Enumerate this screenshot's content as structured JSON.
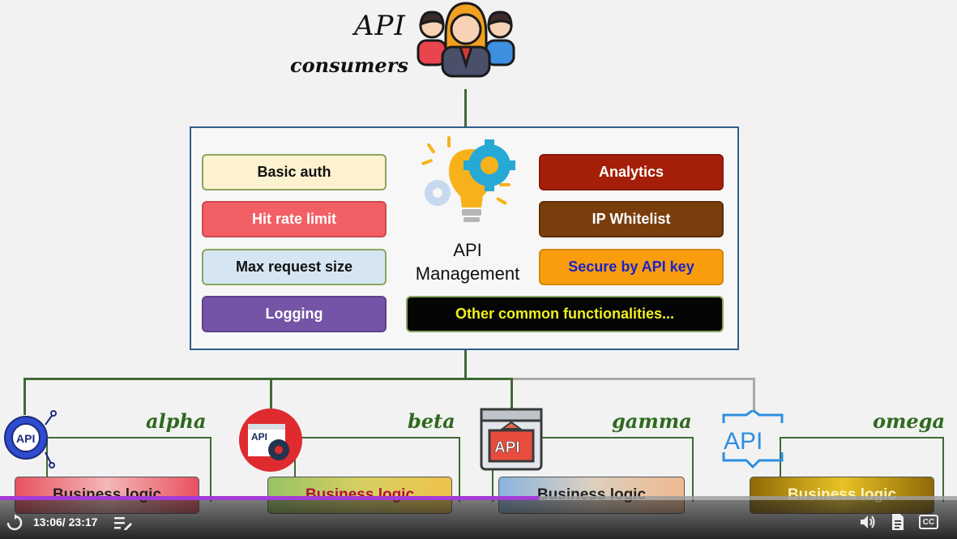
{
  "consumers": {
    "api_word": "API",
    "label": "consumers"
  },
  "gateway": {
    "title": "API\nManagement",
    "left_features": [
      "Basic auth",
      "Hit rate limit",
      "Max request size",
      "Logging"
    ],
    "right_features": [
      "Analytics",
      "IP Whitelist",
      "Secure by API key"
    ],
    "other": "Other common functionalities..."
  },
  "services": [
    {
      "name": "alpha",
      "logic": "Business logic",
      "icon": "api-gear-icon"
    },
    {
      "name": "beta",
      "logic": "Business logic",
      "icon": "api-window-gear-icon"
    },
    {
      "name": "gamma",
      "logic": "Business logic",
      "icon": "api-browser-window-icon"
    },
    {
      "name": "omega",
      "logic": "Business logic",
      "icon": "api-bracket-icon"
    }
  ],
  "player": {
    "time": "13:06/ 23:17",
    "progress": 0.563,
    "cc": "CC",
    "accent": "#a43bd8"
  },
  "colors": {
    "basic_auth": "#fdf2d0",
    "hit_rate": "#f25f64",
    "max_request": "#d5e6f2",
    "logging": "#7454a6",
    "analytics": "#a51f08",
    "ip_whitelist": "#7a3e0d",
    "secure_key": "#f99d0f",
    "other": "#050505",
    "gateway_border": "#2f5e8c",
    "wires": "#3f6a35"
  }
}
